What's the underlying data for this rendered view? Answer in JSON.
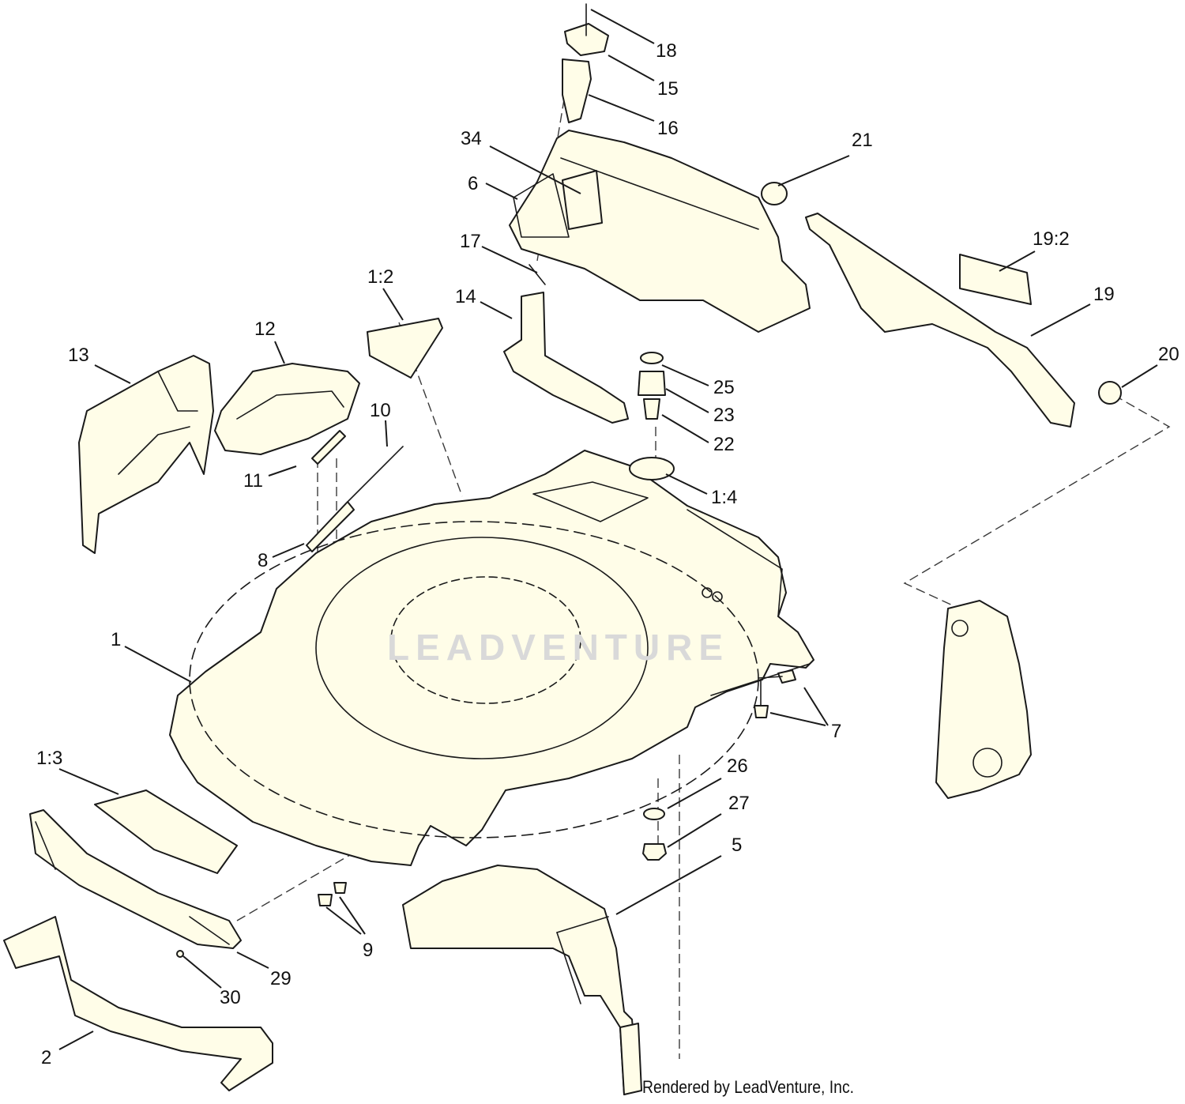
{
  "watermark": "LEADVENTURE",
  "credit": "Rendered by LeadVenture, Inc.",
  "callouts": {
    "c18": "18",
    "c15": "15",
    "c16": "16",
    "c34": "34",
    "c6": "6",
    "c21": "21",
    "c19_2": "19:2",
    "c19": "19",
    "c17": "17",
    "c14": "14",
    "c1_2": "1:2",
    "c12": "12",
    "c13": "13",
    "c10": "10",
    "c11": "11",
    "c8": "8",
    "c20": "20",
    "c25": "25",
    "c23": "23",
    "c22": "22",
    "c1_4": "1:4",
    "c1": "1",
    "c7": "7",
    "c26": "26",
    "c27": "27",
    "c5": "5",
    "c1_3": "1:3",
    "c9": "9",
    "c29": "29",
    "c30": "30",
    "c2": "2"
  }
}
